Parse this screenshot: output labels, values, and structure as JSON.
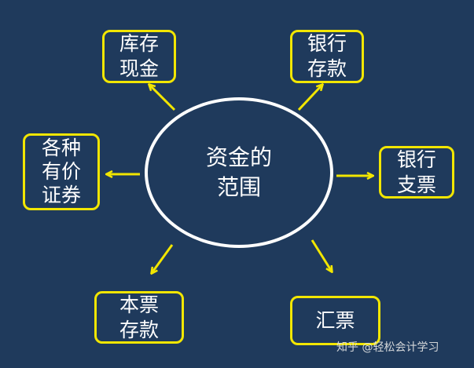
{
  "center": {
    "label": "资金的范围"
  },
  "nodes": [
    {
      "label": "库存现金"
    },
    {
      "label": "银行存款"
    },
    {
      "label": "各种有价证券"
    },
    {
      "label": "银行支票"
    },
    {
      "label": "本票存款"
    },
    {
      "label": "汇票"
    }
  ],
  "watermark": "知乎 @轻松会计学习",
  "colors": {
    "background": "#1f3a5c",
    "box_border": "#f2e600",
    "arrow": "#f2e600",
    "ellipse_border": "#ffffff",
    "text": "#ffffff"
  }
}
